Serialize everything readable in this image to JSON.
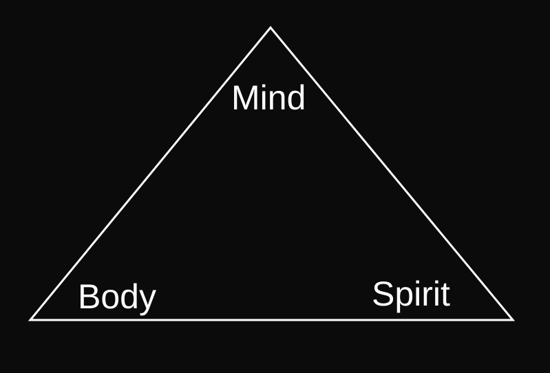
{
  "diagram": {
    "labels": {
      "top": "Mind",
      "left": "Body",
      "right": "Spirit"
    },
    "colors": {
      "background": "#0b0b0b",
      "stroke": "#ffffff",
      "text": "#ffffff"
    }
  }
}
